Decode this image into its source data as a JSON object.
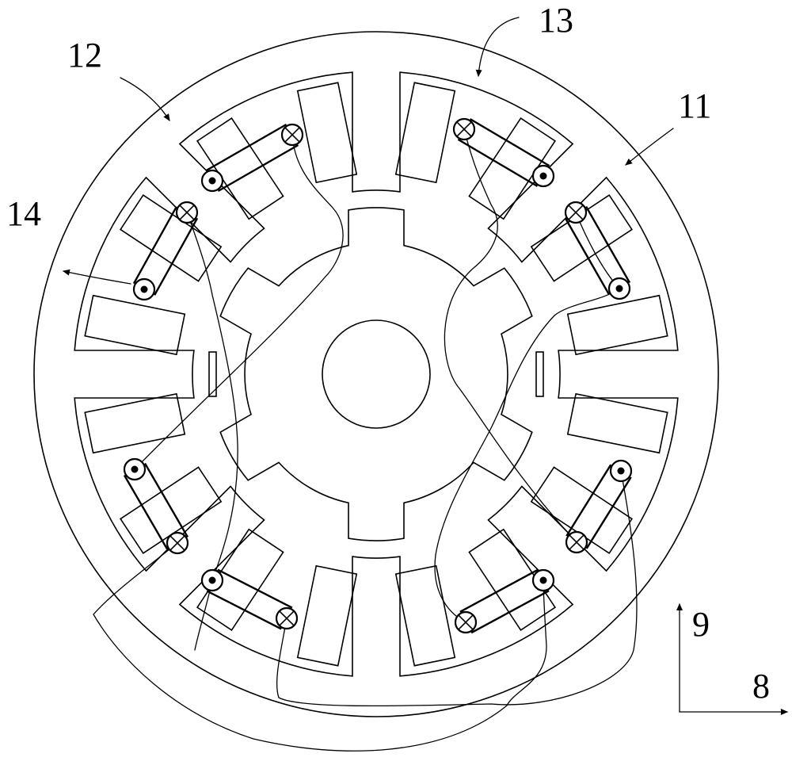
{
  "labels": {
    "coil_11": "11",
    "coil_12": "12",
    "coil_13": "13",
    "coil_14": "14",
    "axis_x": "8",
    "axis_y": "9"
  }
}
